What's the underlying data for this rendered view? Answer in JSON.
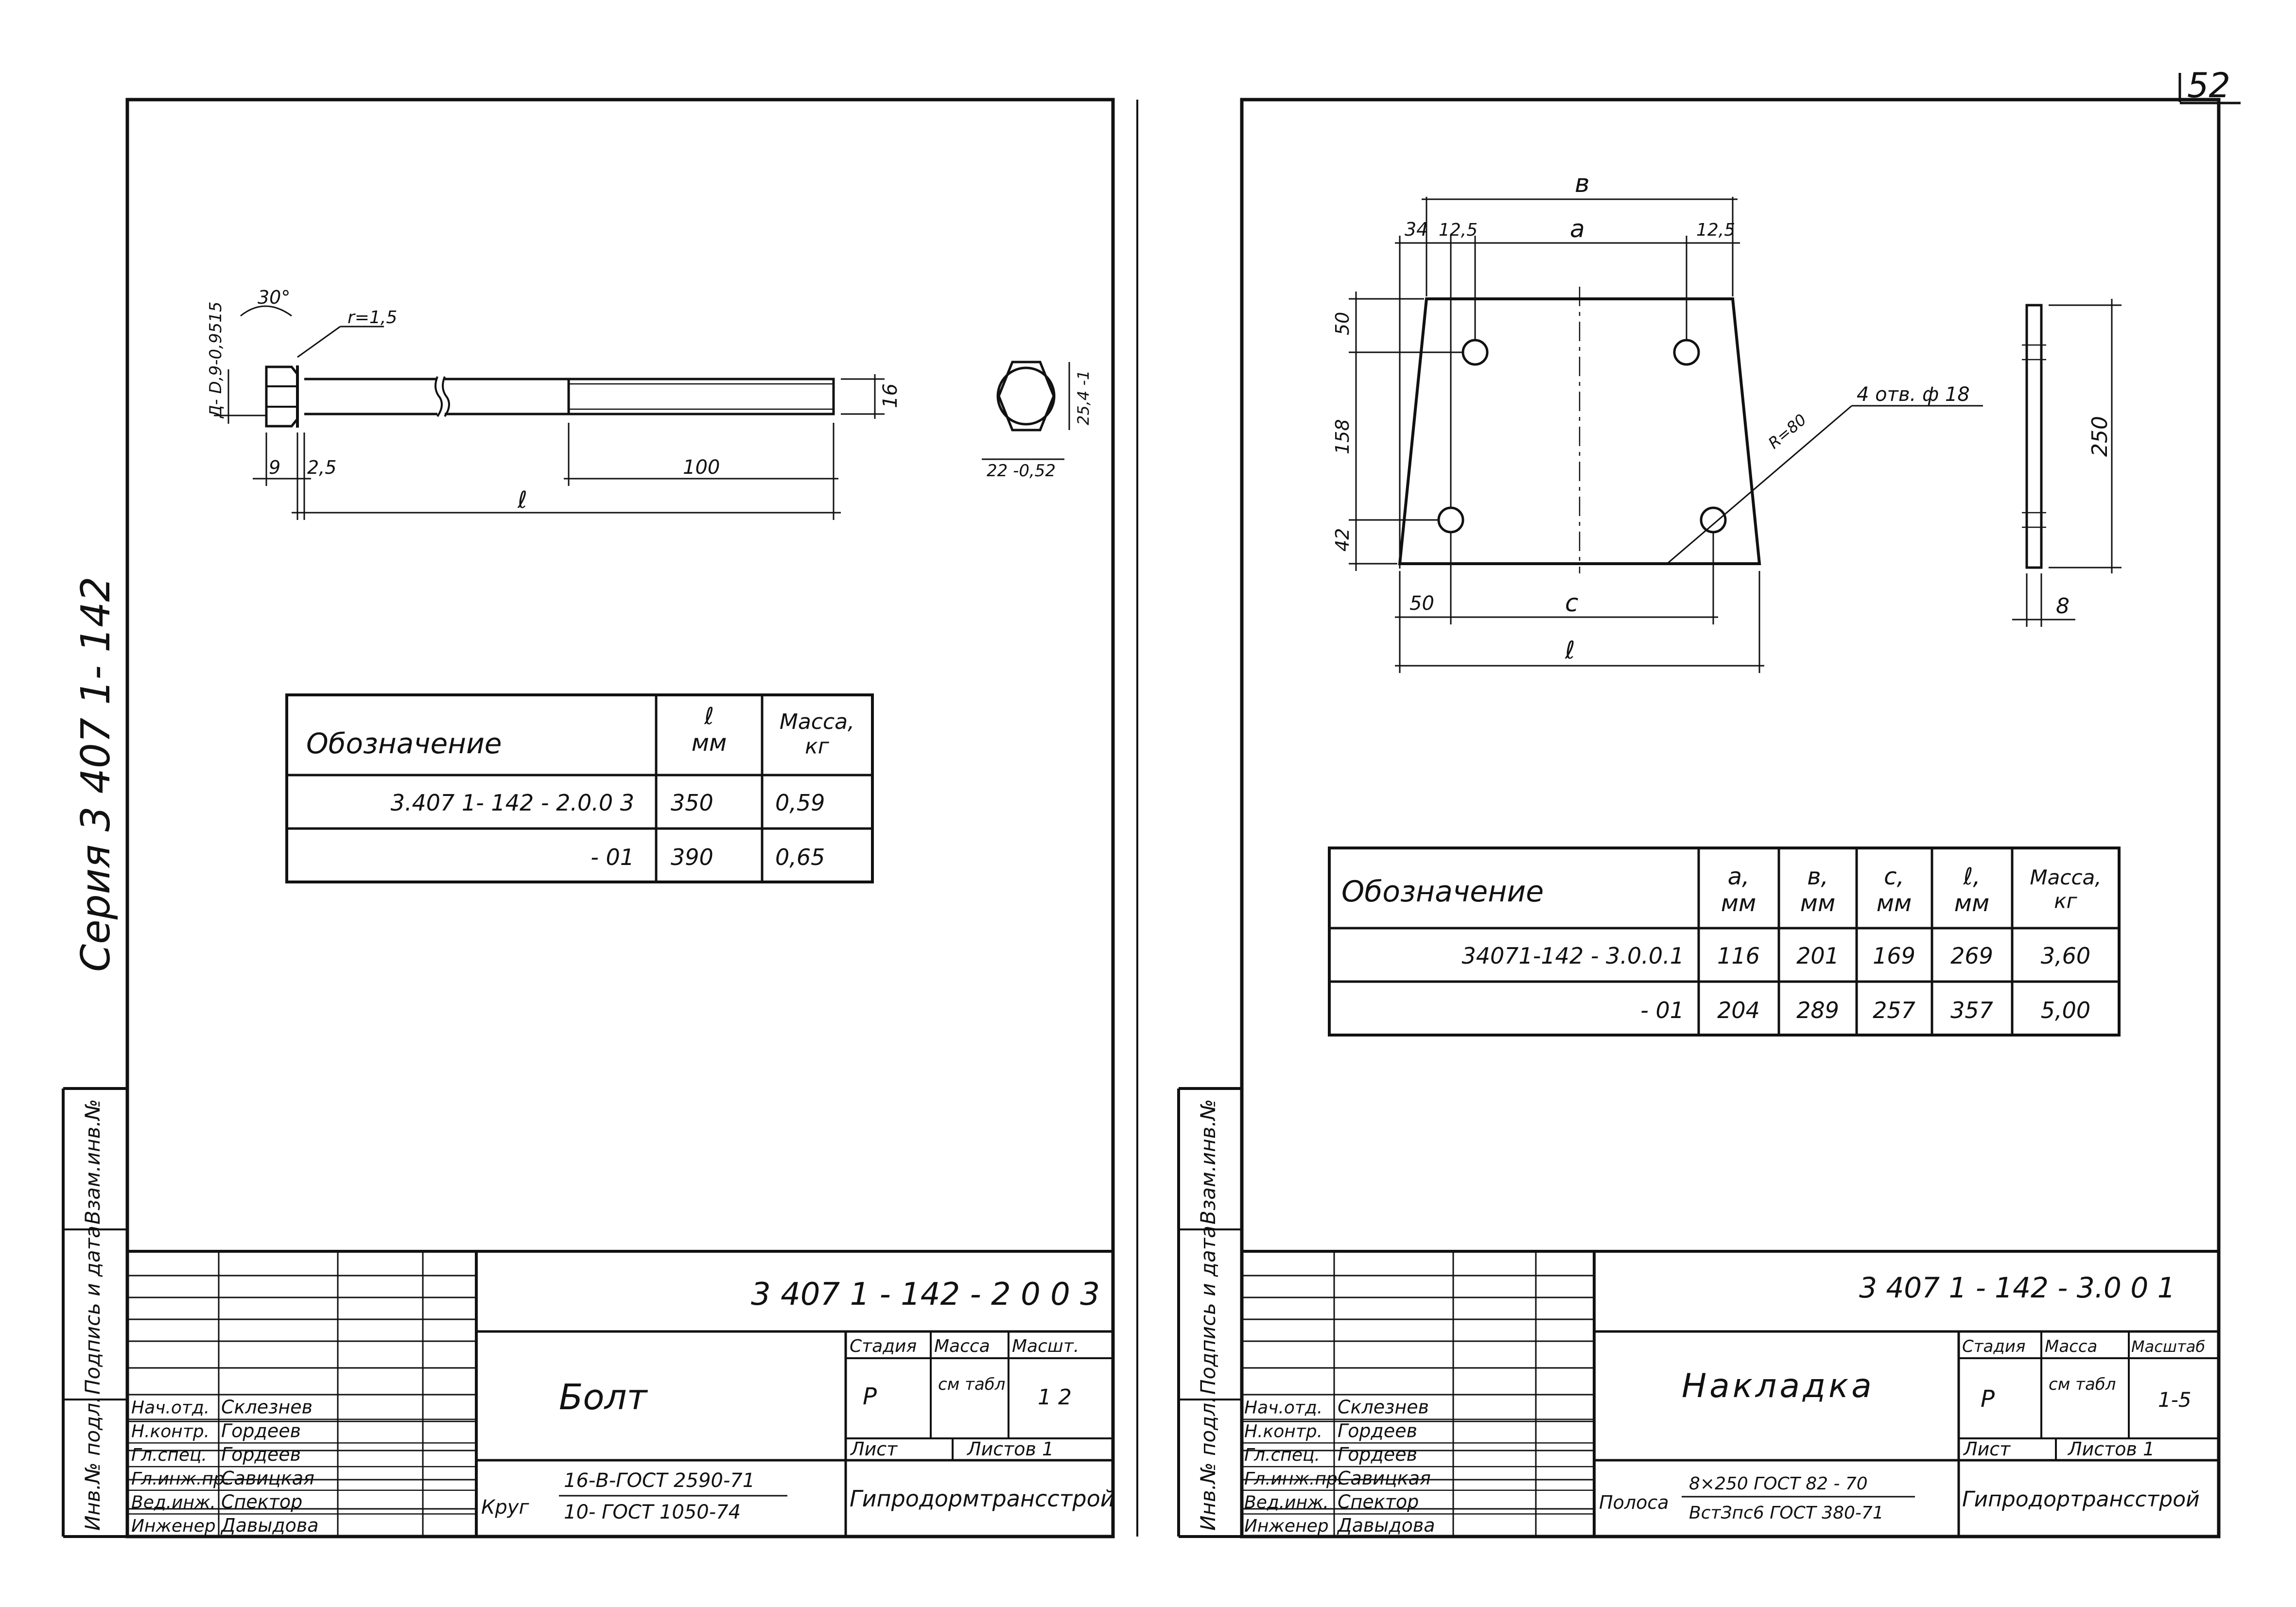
{
  "page_number": "52",
  "left_sheet": {
    "series_vertical": "Серия 3 407 1- 142",
    "drawing": {
      "angle": "30°",
      "diam_label": "Д- D,9-0,9515",
      "radius": "r=1,5",
      "dim_16": "16",
      "dim_9": "9",
      "dim_2_5": "2,5",
      "dim_100": "100",
      "dim_l": "ℓ",
      "hex_across_corners": "25,4 -1",
      "hex_across_flats": "22 -0,52"
    },
    "table": {
      "headers": [
        "Обозначение",
        "ℓ\nмм",
        "Масса,\nкг"
      ],
      "rows": [
        [
          "3.407 1- 142 - 2.0.0 3",
          "350",
          "0,59"
        ],
        [
          "- 01",
          "390",
          "0,65"
        ]
      ]
    },
    "side_labels": [
      "Взам.инв.№",
      "Подпись и дата",
      "Инв.№ подл."
    ],
    "title_block": {
      "code": "3 407 1 - 142 - 2 0 0 3",
      "name": "Болт",
      "col_stage": "Стадия",
      "col_mass": "Масса",
      "col_scale": "Масшт.",
      "stage": "Р",
      "mass": "см табл",
      "scale": "1 2",
      "sheet": "Лист",
      "sheets": "Листов 1",
      "material_prefix": "Круг",
      "material_top": "16-В-ГОСТ 2590-71",
      "material_bottom": "10- ГОСТ 1050-74",
      "org": "Гипродормтрансстрой",
      "roles": [
        "Нач.отд.",
        "Н.контр.",
        "Гл.спец.",
        "Гл.инж.пр.",
        "Вед.инж.",
        "Инженер"
      ],
      "people": [
        "Склезнев",
        "Гордеев",
        "Гордеев",
        "Савицкая",
        "Спектор",
        "Давыдова"
      ]
    }
  },
  "right_sheet": {
    "drawing": {
      "dim_b": "в",
      "dim_34": "34",
      "dim_12_5a": "12,5",
      "dim_a": "а",
      "dim_12_5b": "12,5",
      "dim_50_top": "50",
      "dim_158": "158",
      "dim_42": "42",
      "dim_50_bottom": "50",
      "dim_c": "с",
      "dim_l": "ℓ",
      "holes": "4 отв. ф 18",
      "radius": "R=80",
      "dim_250": "250",
      "dim_thk": "8"
    },
    "table": {
      "headers": [
        "Обозначение",
        "а,\nмм",
        "в,\nмм",
        "с,\nмм",
        "ℓ,\nмм",
        "Масса,\nкг"
      ],
      "rows": [
        [
          "34071-142 - 3.0.0.1",
          "116",
          "201",
          "169",
          "269",
          "3,60"
        ],
        [
          "- 01",
          "204",
          "289",
          "257",
          "357",
          "5,00"
        ]
      ]
    },
    "side_labels": [
      "Взам.инв.№",
      "Подпись и дата",
      "Инв.№ подл."
    ],
    "title_block": {
      "code": "3 407 1 - 142 - 3.0 0 1",
      "name": "Накладка",
      "col_stage": "Стадия",
      "col_mass": "Масса",
      "col_scale": "Масштаб",
      "stage": "Р",
      "mass": "см табл",
      "scale": "1-5",
      "sheet": "Лист",
      "sheets": "Листов 1",
      "material_prefix": "Полоса",
      "material_top": "8×250 ГОСТ 82 - 70",
      "material_bottom": "ВстЗпс6 ГОСТ 380-71",
      "org": "Гипродортрансстрой",
      "roles": [
        "Нач.отд.",
        "Н.контр.",
        "Гл.спец.",
        "Гл.инж.пр.",
        "Вед.инж.",
        "Инженер"
      ],
      "people": [
        "Склезнев",
        "Гордеев",
        "Гордеев",
        "Савицкая",
        "Спектор",
        "Давыдова"
      ]
    }
  }
}
